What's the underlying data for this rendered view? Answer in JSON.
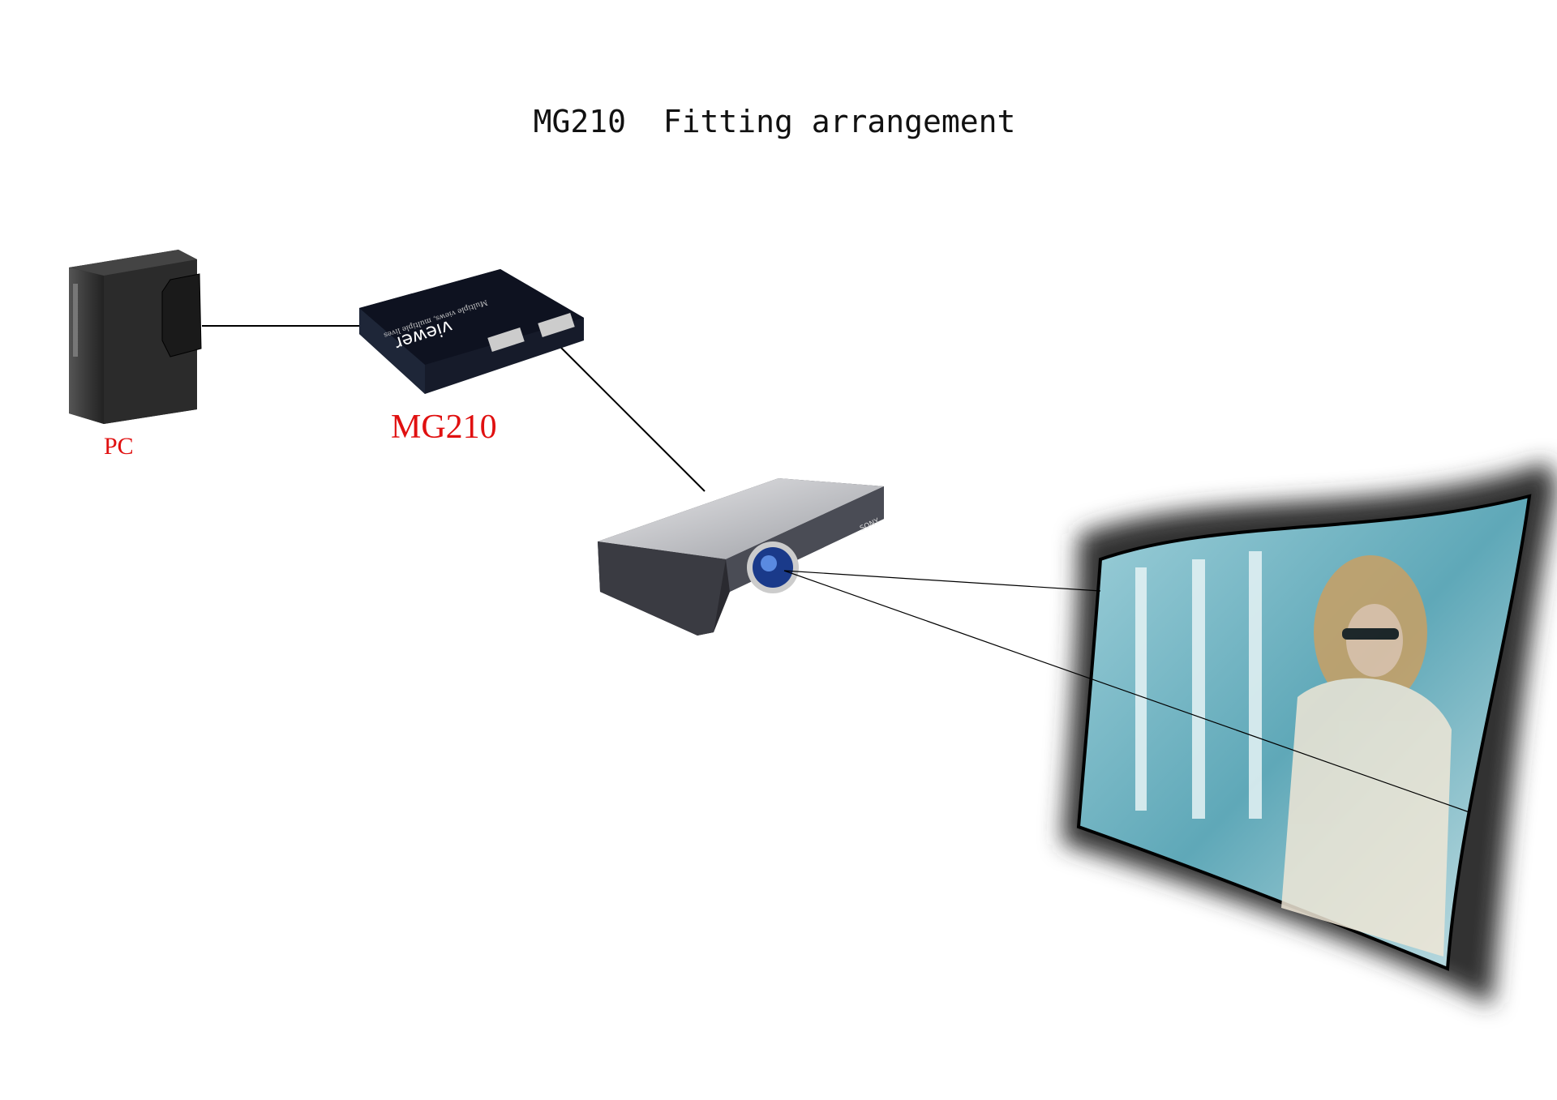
{
  "title": "MG210  Fitting arrangement",
  "labels": {
    "pc": "PC",
    "device": "MG210"
  },
  "device_print": {
    "brand": "viewer",
    "tagline": "Multiple views, multiple lives"
  },
  "projector_brand": "SONY",
  "colors": {
    "label": "#e01010",
    "line": "#000000"
  }
}
